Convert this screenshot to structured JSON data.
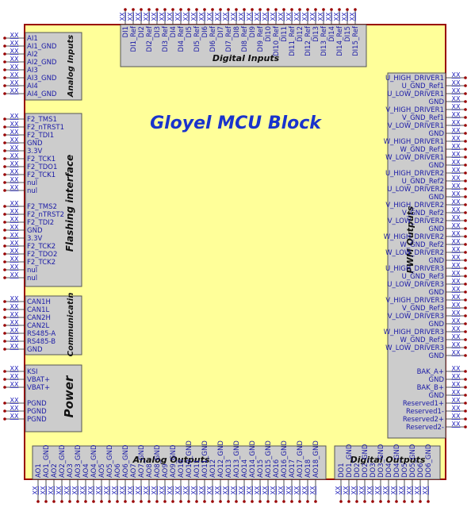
{
  "title": "Gloyel MCU Block",
  "wire_label": "XX",
  "colors": {
    "block_fill": "#ffff99",
    "block_border": "#990000",
    "group_fill": "#cccccc",
    "group_border": "#555555",
    "pin_text": "#1a1aa6",
    "title_text": "#1a33cc",
    "wire": "#222222",
    "wire_dot": "#990000",
    "wire_label": "#2222bb"
  },
  "groups": {
    "analog_inputs": {
      "title": "Analog Inputs",
      "pins": [
        "AI1",
        "AI1_GND",
        "AI2",
        "AI2_GND",
        "AI3",
        "AI3_GND",
        "AI4",
        "AI4_GND"
      ]
    },
    "flashing_interface": {
      "title": "Flashing interface",
      "pins": [
        "F2_TMS1",
        "F2_nTRST1",
        "F2_TDI1",
        "GND",
        "3.3V",
        "F2_TCK1",
        "F2_TDO1",
        "F2_TCK1",
        "nul",
        "nul",
        "",
        "F2_TMS2",
        "F2_nTRST2",
        "F2_TDI2",
        "GND",
        "3.3V",
        "F2_TCK2",
        "F2_TDO2",
        "F2_TCK2",
        "nul",
        "nul"
      ]
    },
    "communication": {
      "title": "Communicatin",
      "pins": [
        "CAN1H",
        "CAN1L",
        "CAN2H",
        "CAN2L",
        "RS485-A",
        "RS485-B",
        "GND"
      ]
    },
    "power": {
      "title": "Power",
      "pins": [
        "KSI",
        "VBAT+",
        "VBAT+",
        "",
        "PGND",
        "PGND",
        "PGND"
      ]
    },
    "digital_inputs": {
      "title": "Digital Inputs",
      "pins": [
        "DI1",
        "DI1_Ref",
        "DI2",
        "DI2_Ref",
        "DI3",
        "DI3_Ref",
        "DI4",
        "DI4_Ref",
        "DI5",
        "DI5_Ref",
        "DI6",
        "DI6_Ref",
        "DI7",
        "DI7_Ref",
        "DI8",
        "DI8_Ref",
        "DI9",
        "DI9_Ref",
        "DI10",
        "DI10_Ref",
        "DI11",
        "DI11_Ref",
        "DI12",
        "DI12_Ref",
        "DI13",
        "DI13_Ref",
        "DI14",
        "DI14_Ref",
        "DI15",
        "DI15_Ref"
      ]
    },
    "pwm_outputs": {
      "title": "PWM Outputs",
      "pins": [
        "U_HIGH_DRIVER1",
        "U_GND_Ref1",
        "U_LOW_DRIVER1",
        "GND",
        "V_HIGH_DRIVER1",
        "V_GND_Ref1",
        "V_LOW_DRIVER1",
        "GND",
        "W_HIGH_DRIVER1",
        "W_GND_Ref1",
        "W_LOW_DRIVER1",
        "GND",
        "U_HIGH_DRIVER2",
        "U_GND_Ref2",
        "U_LOW_DRIVER2",
        "GND",
        "V_HIGH_DRIVER2",
        "V_GND_Ref2",
        "V_LOW_DRIVER2",
        "GND",
        "W_HIGH_DRIVER2",
        "W_GND_Ref2",
        "W_LOW_DRIVER2",
        "GND",
        "U_HIGH_DRIVER3",
        "U_GND_Ref3",
        "U_LOW_DRIVER3",
        "GND",
        "V_HIGH_DRIVER3",
        "V_GND_Ref3",
        "V_LOW_DRIVER3",
        "GND",
        "W_HIGH_DRIVER3",
        "W_GND_Ref3",
        "W_LOW_DRIVER3",
        "GND",
        "",
        "BAK_A+",
        "GND",
        "BAK_B+",
        "GND",
        "Reserved1+",
        "Reserved1-",
        "Reserved2+",
        "Reserved2-"
      ]
    },
    "analog_outputs": {
      "title": "Analog Outputs",
      "pins": [
        "AO1",
        "AO1_GND",
        "AO2",
        "AO2_GND",
        "AO3",
        "AO3_GND",
        "AO4",
        "AO4_GND",
        "AO5",
        "AO5_GND",
        "AO6",
        "AO6_GND",
        "AO7",
        "AO7_GND",
        "AO8",
        "AO8_GND",
        "AO9",
        "AO9_GND",
        "AO10",
        "AO10_GND",
        "AO11",
        "AO11_GND",
        "AO12",
        "AO12_GND",
        "AO13",
        "AO13_GND",
        "AO14",
        "AO14_GND",
        "AO15",
        "AO15_GND",
        "AO16",
        "AO16_GND",
        "AO17",
        "AO17_GND",
        "AO18",
        "AO18_GND"
      ]
    },
    "digital_outputs": {
      "title": "Digital Outputs",
      "pins": [
        "DO1",
        "DO1_GND",
        "DO2",
        "DO2_GND",
        "DO3",
        "DO3_GND",
        "DO4",
        "DO4_GND",
        "DO5",
        "DO5_GND",
        "DO6",
        "DO6_GND"
      ]
    }
  }
}
